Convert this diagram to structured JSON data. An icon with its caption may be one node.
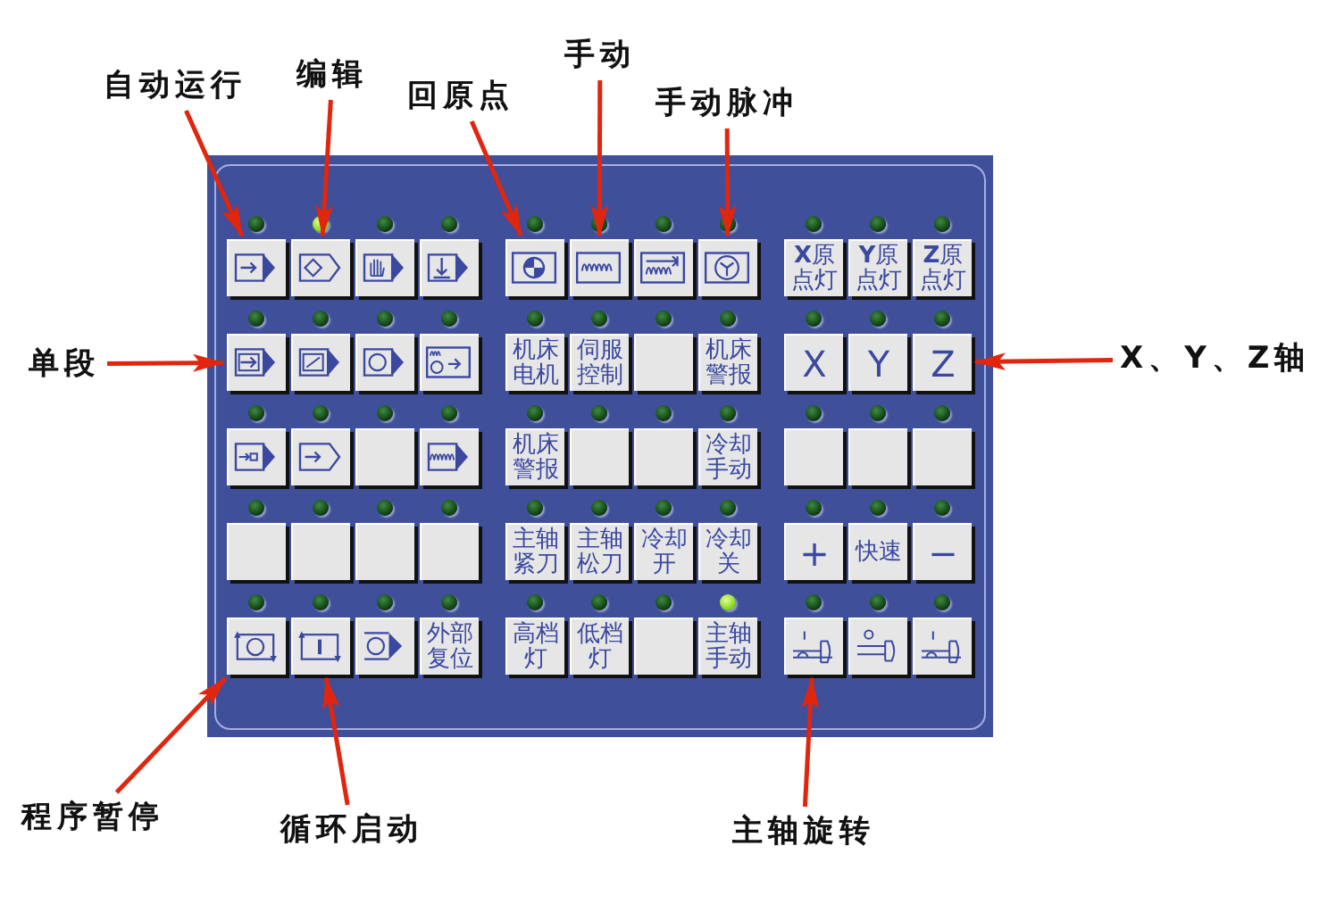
{
  "diagram": {
    "nodes": [
      {
        "text": [
          "自动运行"
        ]
      },
      {
        "text": [
          "编辑"
        ]
      },
      {
        "text": [
          "回原点"
        ]
      },
      {
        "text": [
          "手动"
        ]
      },
      {
        "text": [
          "手动脉冲"
        ]
      },
      {
        "text": [],
        "shape": "box"
      },
      {
        "text": [],
        "shape": "box",
        "in": 5
      },
      {
        "text": [],
        "shape": "box",
        "in": 5
      },
      {
        "text": [],
        "shape": "box",
        "in": 5
      },
      {
        "text": [],
        "shape": "box",
        "in": 5
      },
      {
        "text": [],
        "shape": "box",
        "in": 5
      },
      {
        "text": [],
        "shape": "box",
        "in": 5
      },
      {
        "text": [],
        "shape": "box",
        "in": 5
      },
      {
        "text": [],
        "shape": "box",
        "in": 5
      },
      {
        "text": [
          "**X**原点灯"
        ],
        "in": 5
      },
      {
        "text": [
          "**Y**原点灯"
        ],
        "in": 5
      },
      {
        "text": [
          "**Z**原点灯"
        ],
        "in": 5
      },
      {
        "text": [],
        "shape": "box",
        "in": 5
      },
      {
        "text": [],
        "shape": "box",
        "in": 5
      },
      {
        "text": [],
        "shape": "box",
        "in": 5
      },
      {
        "text": [],
        "shape": "box",
        "in": 5
      },
      {
        "text": [
          "机床电机"
        ],
        "in": 5
      },
      {
        "text": [
          "伺服控制"
        ],
        "in": 5
      },
      {
        "text": [],
        "shape": "box",
        "in": 5
      },
      {
        "text": [
          "机床警报"
        ],
        "in": 5
      },
      {
        "text": [
          "X"
        ],
        "in": 5
      },
      {
        "text": [
          "Y"
        ],
        "in": 5
      },
      {
        "text": [
          "Z"
        ],
        "in": 5
      },
      {
        "text": [],
        "shape": "box",
        "in": 5
      },
      {
        "text": [],
        "shape": "box",
        "in": 5
      },
      {
        "text": [],
        "shape": "box",
        "in": 5
      },
      {
        "text": [],
        "shape": "box",
        "in": 5
      },
      {
        "text": [
          "机床警报"
        ],
        "in": 5
      },
      {
        "text": [],
        "shape": "box",
        "in": 5
      },
      {
        "text": [],
        "shape": "box",
        "in": 5
      },
      {
        "text": [
          "冷却手动"
        ],
        "in": 5
      },
      {
        "text": [],
        "shape": "box",
        "in": 5
      },
      {
        "text": [],
        "shape": "box",
        "in": 5
      },
      {
        "text": [],
        "shape": "box",
        "in": 5
      },
      {
        "text": [],
        "shape": "box",
        "in": 5
      },
      {
        "text": [],
        "shape": "box",
        "in": 5
      },
      {
        "text": [],
        "shape": "box",
        "in": 5
      },
      {
        "text": [],
        "shape": "box",
        "in": 5
      },
      {
        "text": [
          "主轴紧刀"
        ],
        "in": 5
      },
      {
        "text": [
          "主轴松刀"
        ],
        "in": 5
      },
      {
        "text": [
          "冷却开"
        ],
        "in": 5
      },
      {
        "text": [
          "冷却关"
        ],
        "in": 5
      },
      {
        "text": [
          "+"
        ],
        "in": 5
      },
      {
        "text": [
          "快速"
        ],
        "in": 5
      },
      {
        "text": [
          "−"
        ],
        "in": 5
      },
      {
        "text": [],
        "shape": "box",
        "in": 5
      },
      {
        "text": [],
        "shape": "box",
        "in": 5
      },
      {
        "text": [],
        "shape": "box",
        "in": 5
      },
      {
        "text": [
          "外部复位"
        ],
        "in": 5
      },
      {
        "text": [
          "高档灯"
        ],
        "in": 5
      },
      {
        "text": [
          "低档灯"
        ],
        "in": 5
      },
      {
        "text": [],
        "shape": "box",
        "in": 5
      },
      {
        "text": [
          "主轴手动"
        ],
        "in": 5
      },
      {
        "text": [],
        "shape": "box",
        "in": 5
      },
      {
        "text": [],
        "shape": "box",
        "in": 5
      },
      {
        "text": [],
        "shape": "box",
        "in": 5
      },
      {
        "text": [
          "单段"
        ]
      },
      {
        "text": [
          "X、Y、Z轴"
        ]
      },
      {
        "text": [
          "程序暂停"
        ]
      },
      {
        "text": [
          "循环启动"
        ]
      },
      {
        "text": [
          "主轴旋转"
        ]
      }
    ],
    "edges": [
      {
        "from": 0,
        "to": 6,
        "arrow": "to"
      },
      {
        "from": 1,
        "to": 7,
        "arrow": "to"
      },
      {
        "from": 2,
        "to": 10,
        "arrow": "to"
      },
      {
        "from": 3,
        "to": 11,
        "arrow": "to"
      },
      {
        "from": 4,
        "to": 13,
        "arrow": "to"
      },
      {
        "from": 61,
        "to": 17,
        "arrow": "to"
      },
      {
        "from": 62,
        "to": 27,
        "arrow": "to"
      },
      {
        "from": 63,
        "to": 50,
        "arrow": "to"
      },
      {
        "from": 64,
        "to": 51,
        "arrow": "to"
      },
      {
        "from": 65,
        "to": 58,
        "arrow": "to"
      }
    ]
  }
}
